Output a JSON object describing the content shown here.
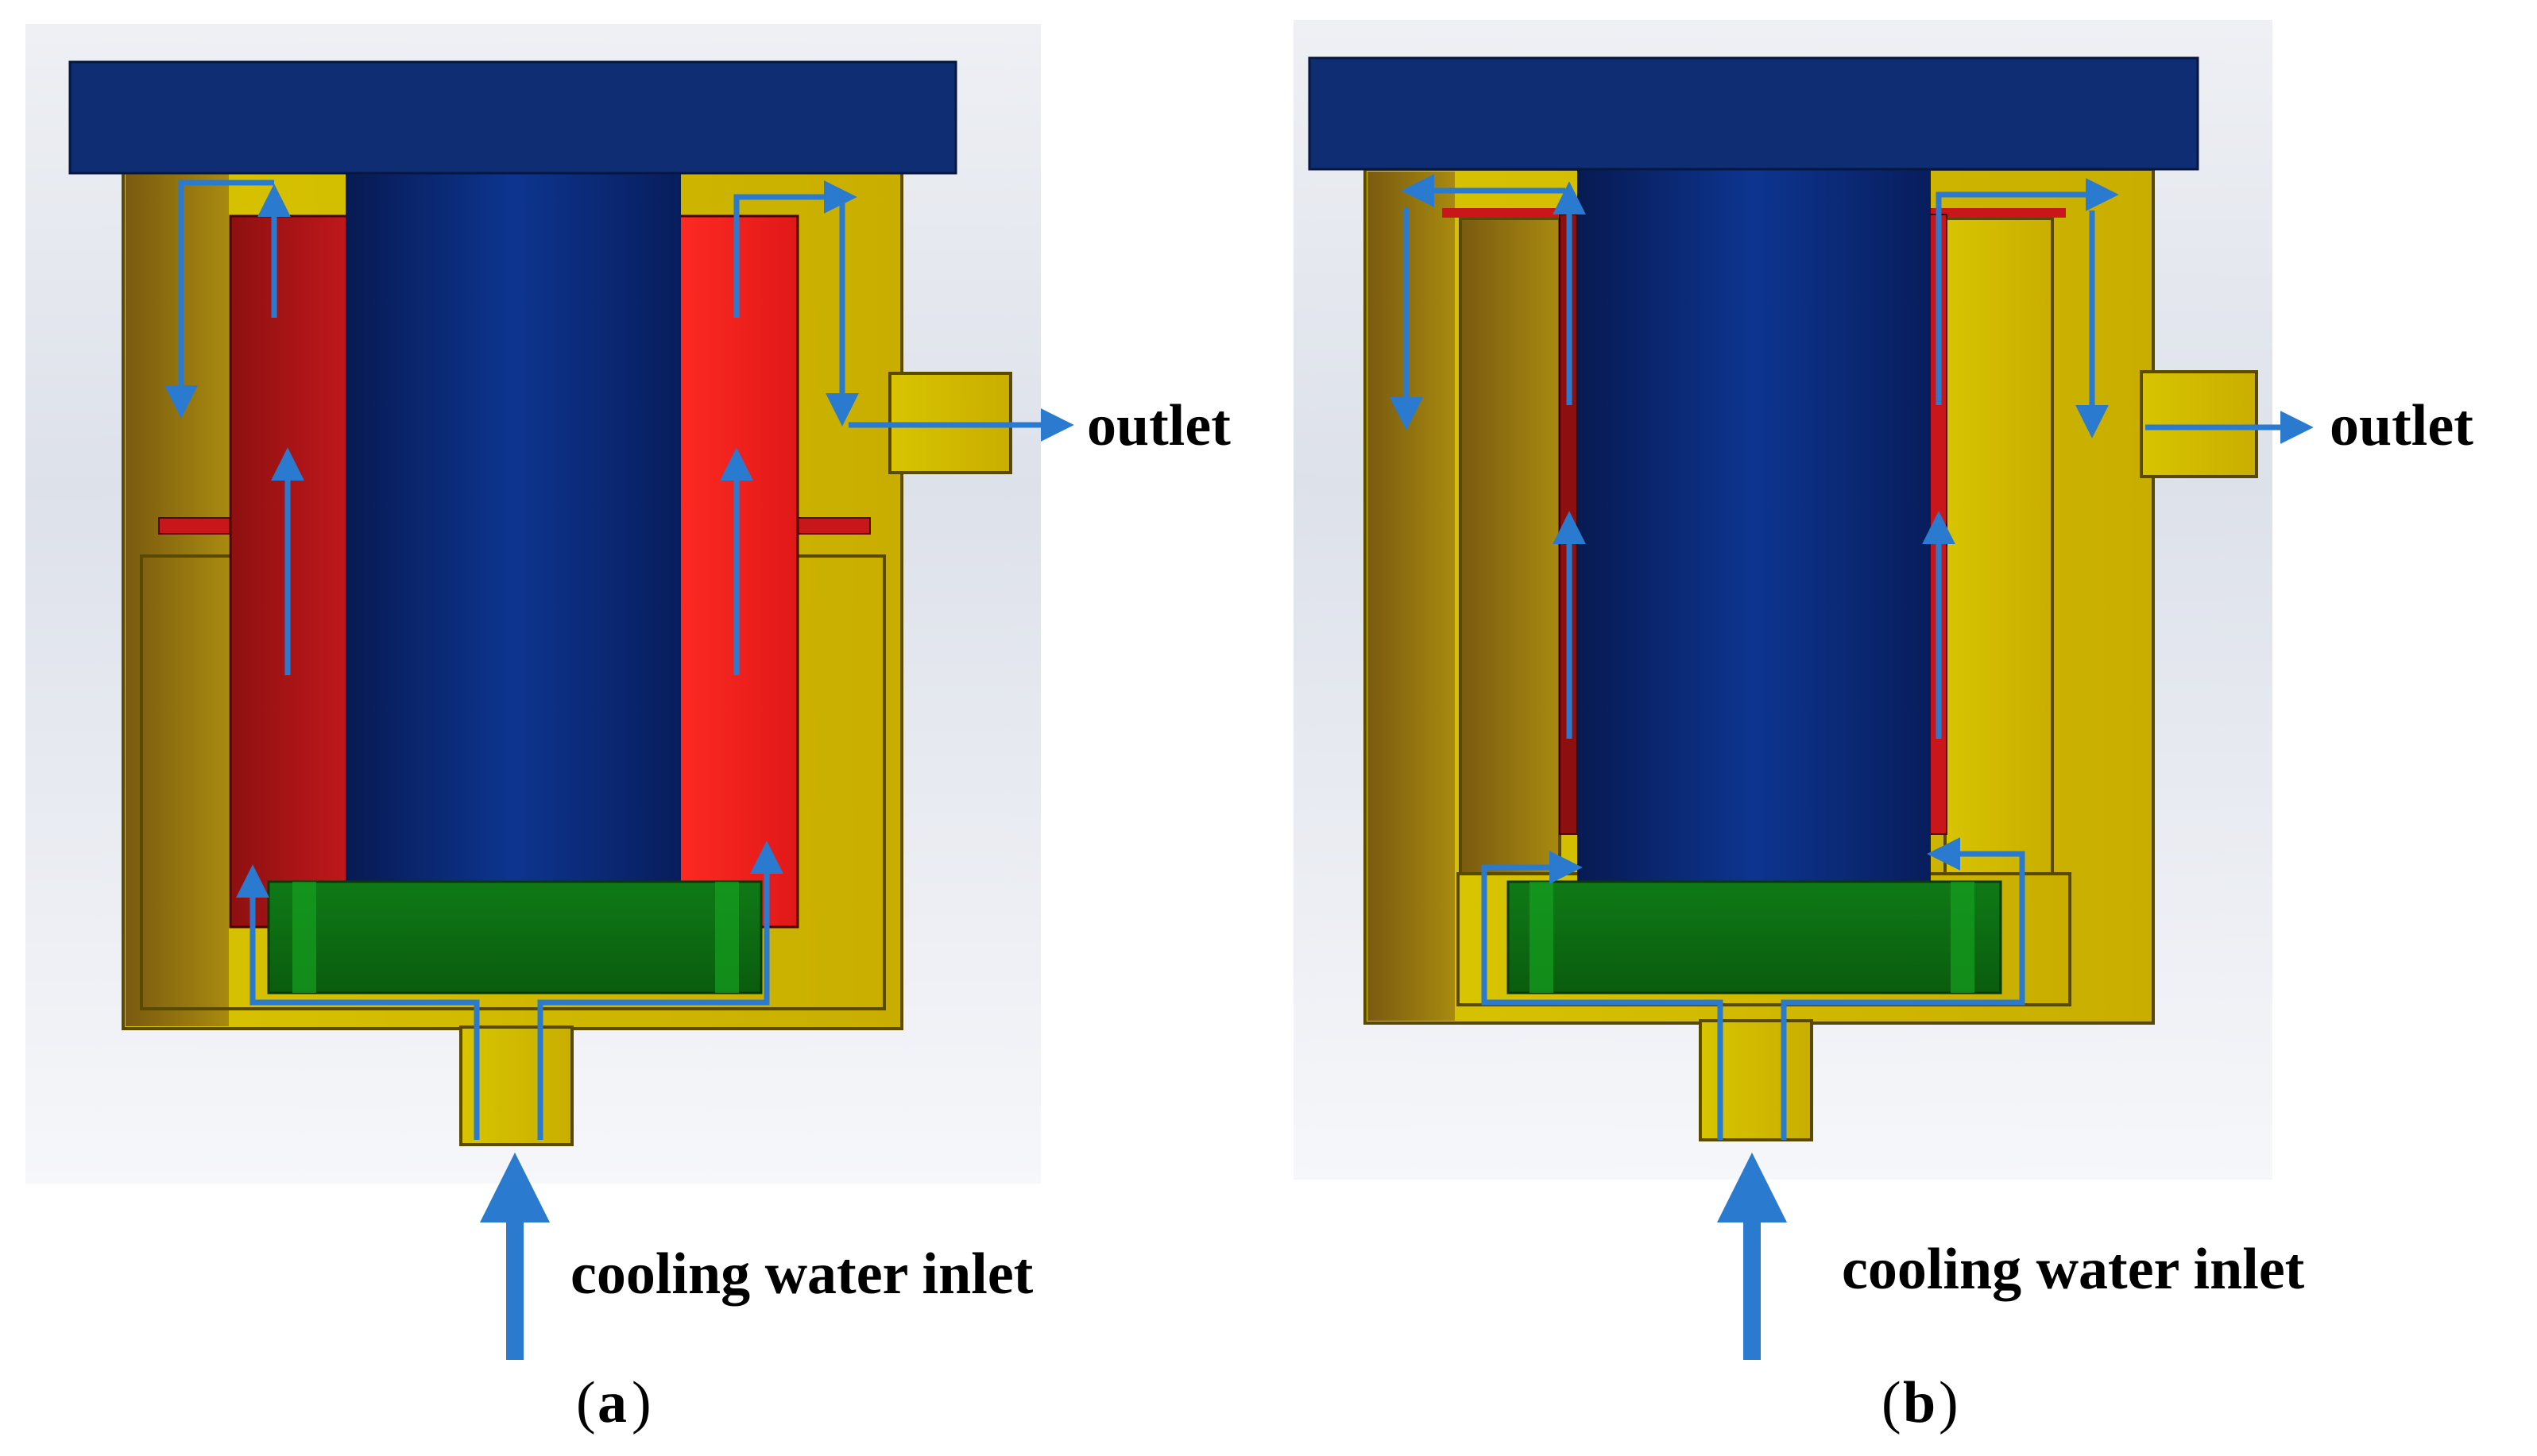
{
  "panels": [
    {
      "id": "a",
      "caption_letter": "a",
      "outlet_label": "outlet",
      "inlet_label": "cooling water inlet"
    },
    {
      "id": "b",
      "caption_letter": "b",
      "outlet_label": "outlet",
      "inlet_label": "cooling water inlet"
    }
  ],
  "colors": {
    "cap_blue": "#0f2d72",
    "core_blue": "#0b2b78",
    "housing_gold": "#c9b000",
    "heater_red": "#c8161b",
    "plate_green": "#0c6e12",
    "flow_arrow": "#2a7ad0",
    "background_gray": "#e4e7ee"
  }
}
